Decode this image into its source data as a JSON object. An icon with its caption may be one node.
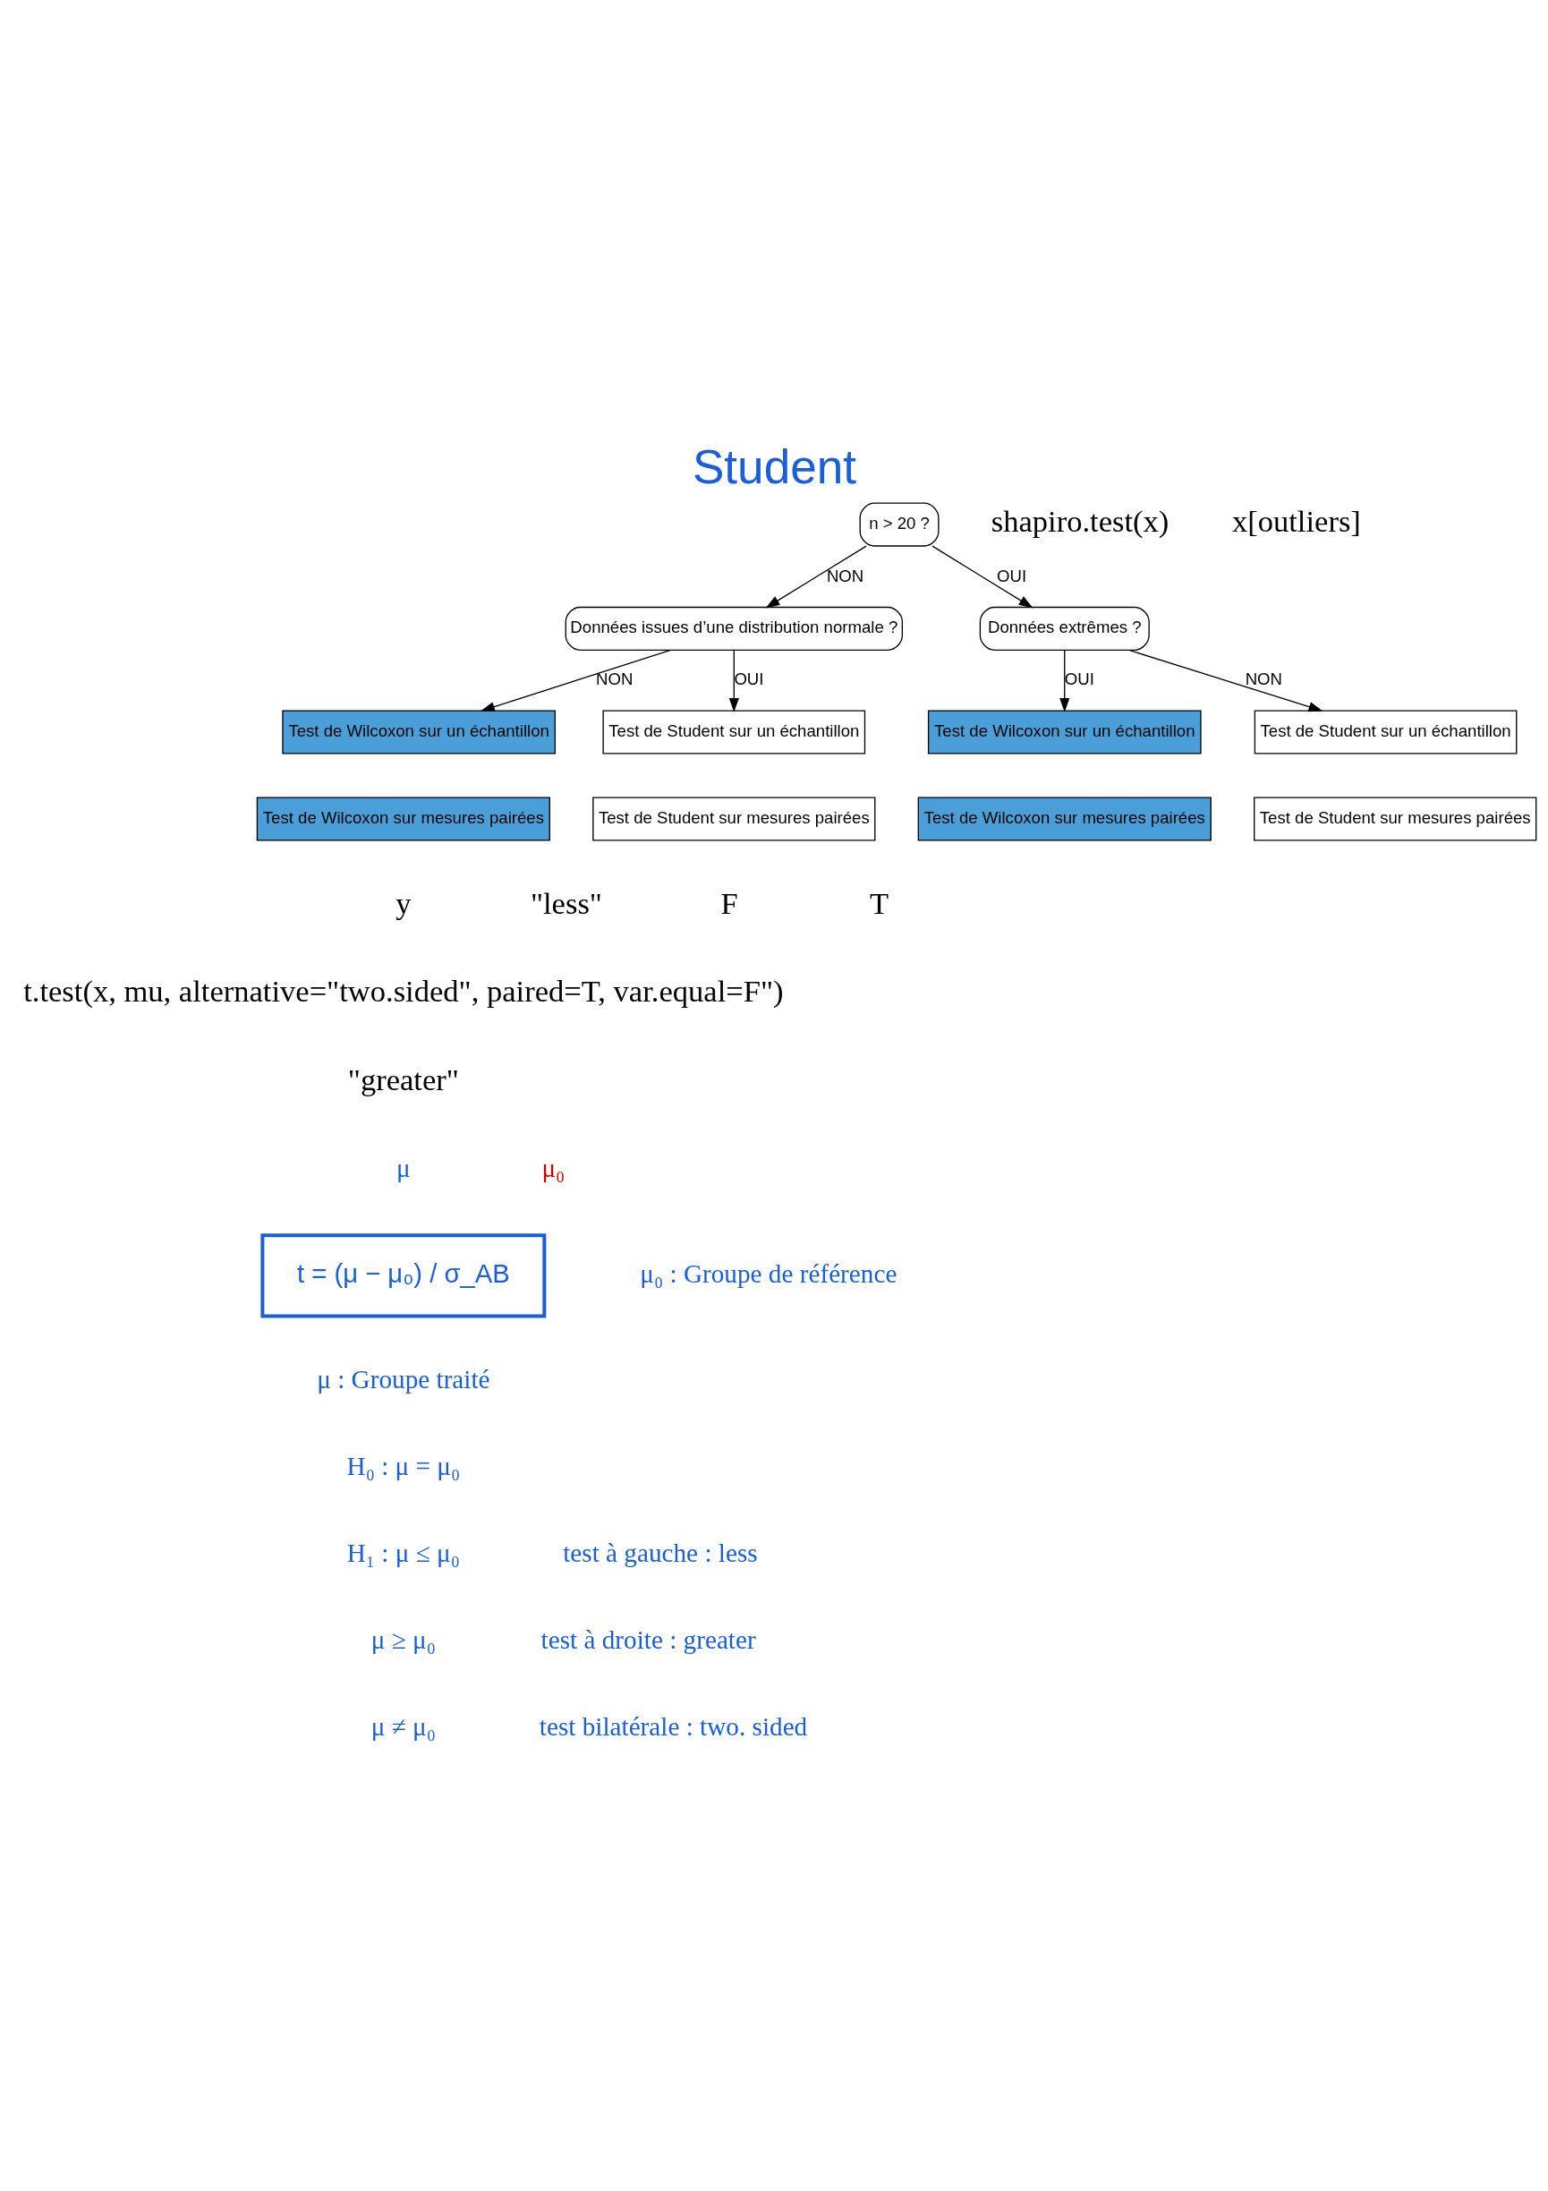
{
  "diagram": {
    "title": "Student",
    "nodes": [
      {
        "text": [
          "n > 20 ?"
        ]
      },
      {
        "text": [
          "Données issues d’une distribution normale ?"
        ]
      },
      {
        "text": [
          "Données extrêmes ?"
        ]
      },
      {
        "text": [
          "Test de Wilcoxon sur un échantillon"
        ]
      },
      {
        "text": [
          "Test de Student sur un échantillon"
        ]
      },
      {
        "text": [
          "Test de Wilcoxon sur un échantillon"
        ]
      },
      {
        "text": [
          "Test de Student sur un échantillon"
        ]
      },
      {
        "text": [
          "Test de Wilcoxon sur mesures pairées"
        ]
      },
      {
        "text": [
          "Test de Student sur mesures pairées"
        ]
      },
      {
        "text": [
          "Test de Wilcoxon sur mesures pairées"
        ]
      },
      {
        "text": [
          "Test de Student sur mesures pairées"
        ]
      },
      {
        "text": [
          "t = (μ − μ₀) / σ_AB"
        ]
      }
    ],
    "edges": [
      {
        "from": 0,
        "to": 1,
        "arrow": "to",
        "label": "NON"
      },
      {
        "from": 0,
        "to": 2,
        "arrow": "to",
        "label": "OUI"
      },
      {
        "from": 1,
        "to": 3,
        "arrow": "to",
        "label": "NON"
      },
      {
        "from": 1,
        "to": 4,
        "arrow": "to",
        "label": "OUI"
      },
      {
        "from": 2,
        "to": 5,
        "arrow": "to",
        "label": "OUI"
      },
      {
        "from": 2,
        "to": 6,
        "arrow": "to",
        "label": "NON"
      }
    ],
    "labels": [
      "shapiro.test(x)",
      "x[outliers]",
      "y",
      "\"less\"",
      "F",
      "T",
      "t.test(x, mu, alternative=\"two.sided\", paired=T, var.equal=F\")",
      "\"greater\"",
      "μ",
      "μ₀",
      "μ₀ : Groupe de référence",
      "μ : Groupe traité",
      "H₀ : μ = μ₀",
      "H₁ : μ ≤ μ₀",
      "test à gauche : less",
      "μ ≥ μ₀",
      "test à droite : greater",
      "μ ≠ μ₀",
      "test bilatérale : two. sided"
    ]
  }
}
